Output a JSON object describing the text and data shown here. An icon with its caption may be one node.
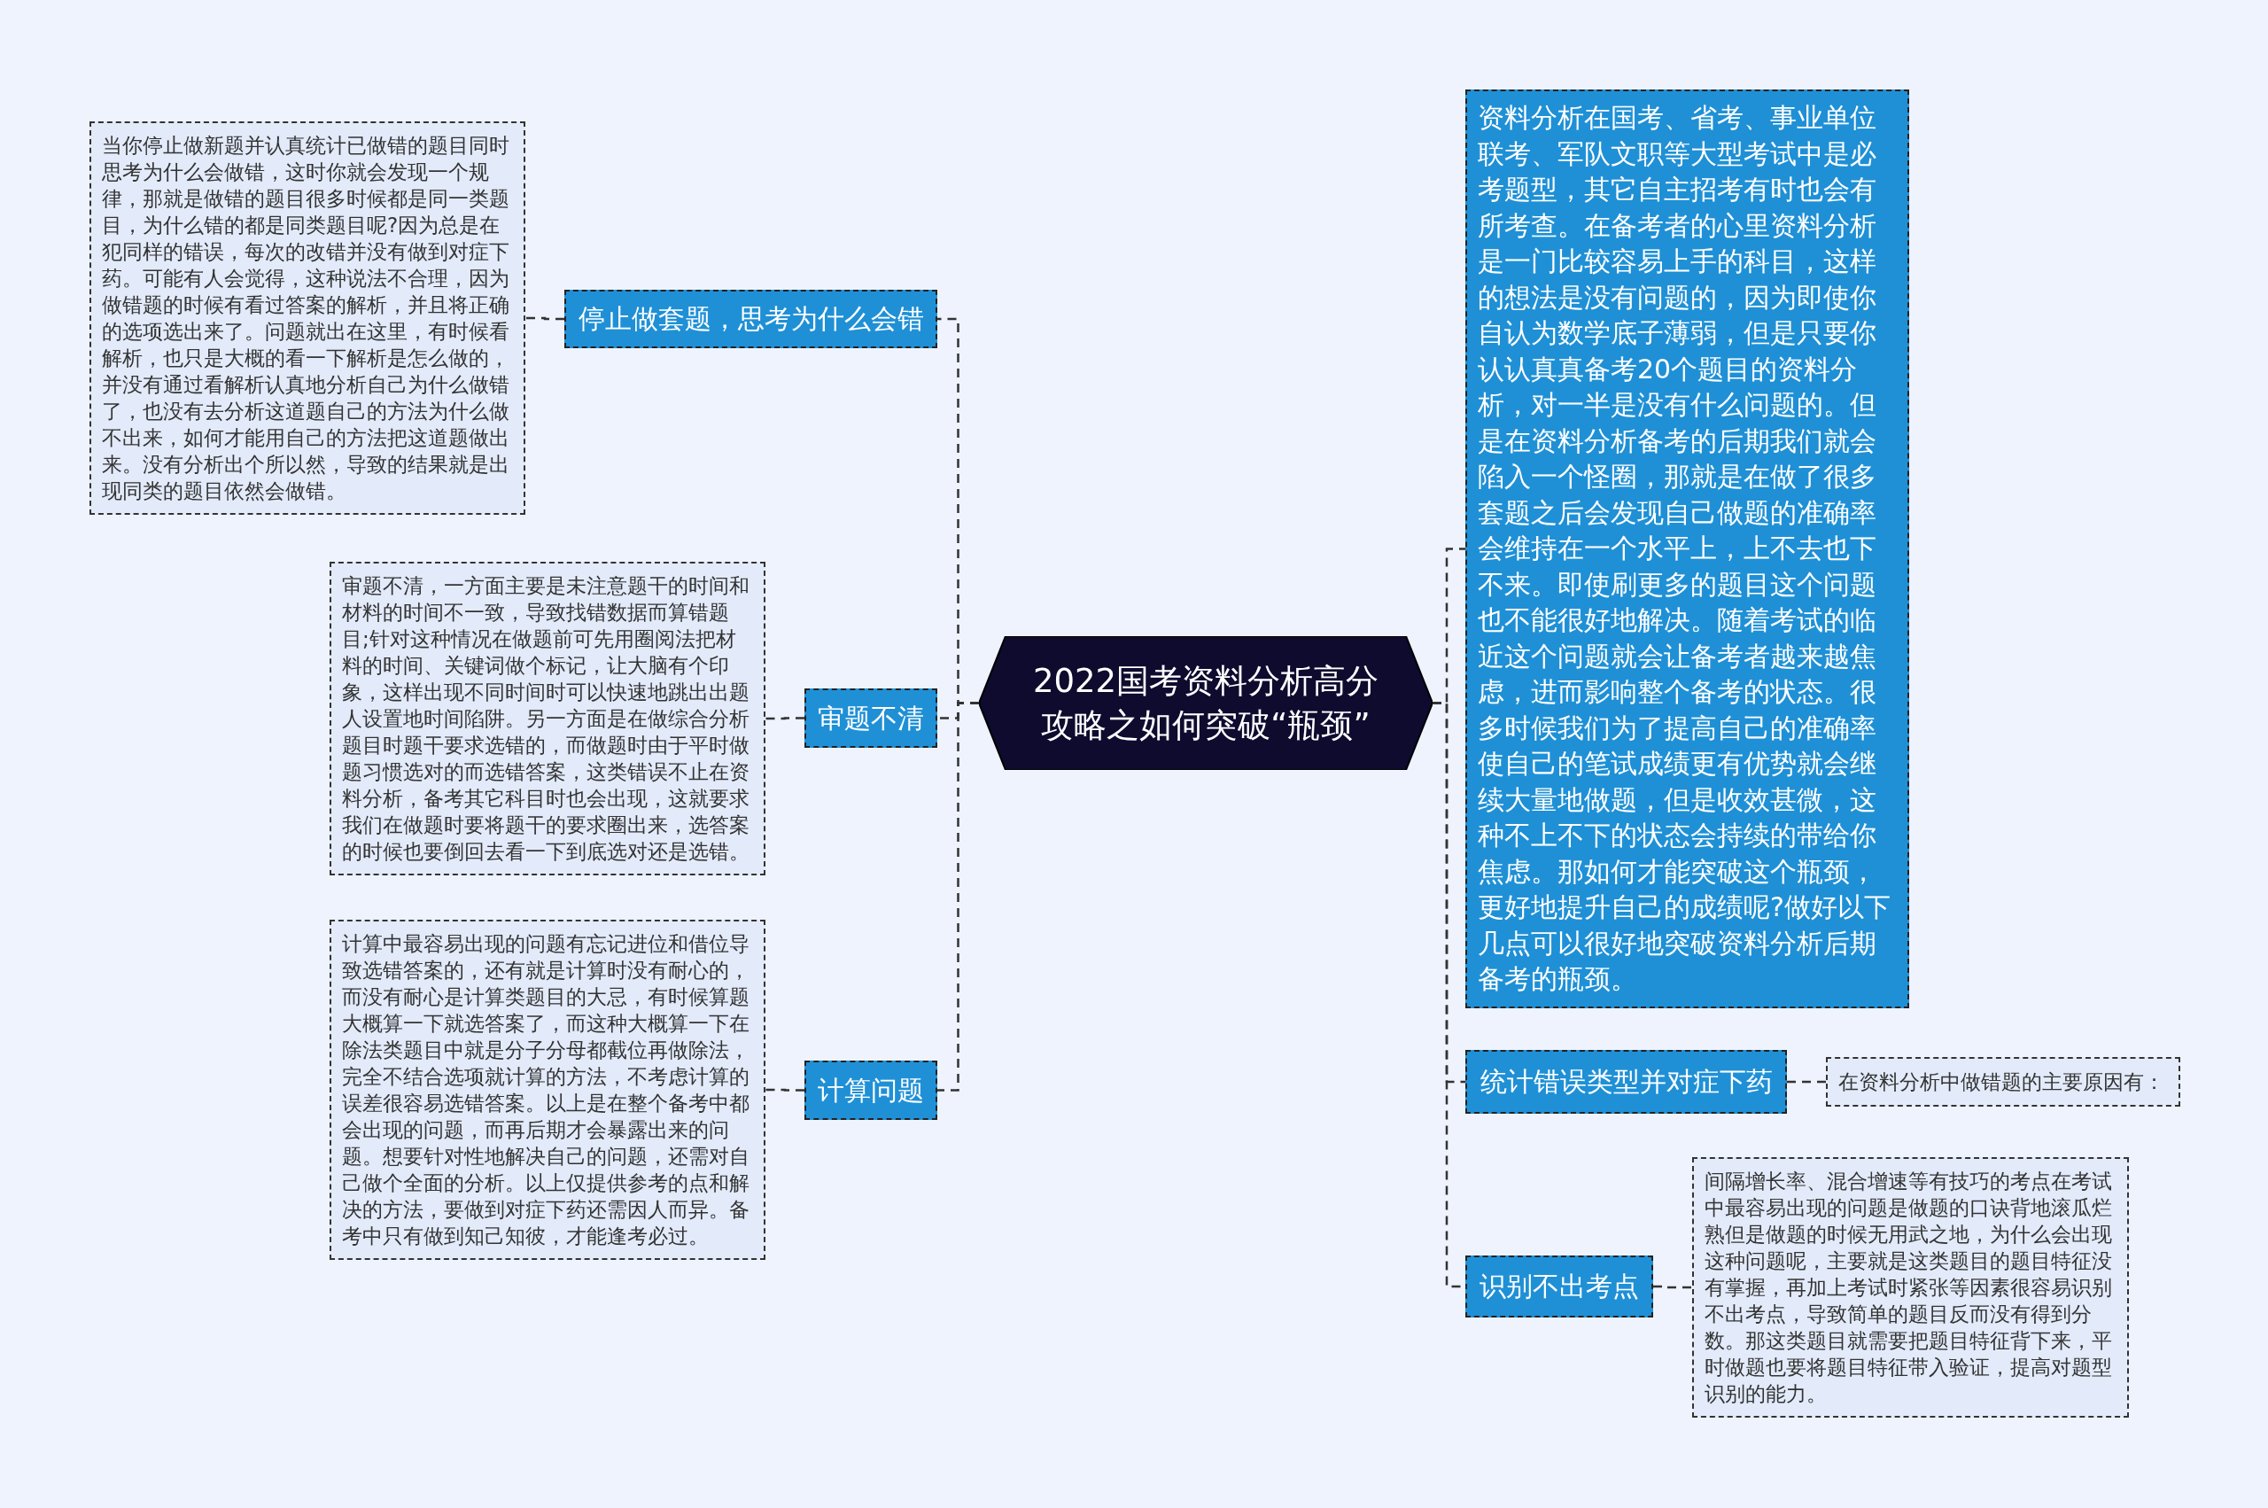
{
  "diagram": {
    "nodes": [
      {
        "text": [
          "2022国考资料分析高分攻略之如何突破“瓶颈”"
        ]
      },
      {
        "text": [
          "当你停止做新题并认真统计已做错的题目同时思考为什么会做错，这时你就会发现一个规律，那就是做错的题目很多时候都是同一类题目，为什么错的都是同类题目呢?因为总是在犯同样的错误，每次的改错并没有做到对症下药。可能有人会觉得，这种说法不合理，因为做错题的时候有看过答案的解析，并且将正确的选项选出来了。问题就出在这里，有时候看解析，也只是大概的看一下解析是怎么做的，并没有通过看解析认真地分析自己为什么做错了，也没有去分析这道题自己的方法为什么做不出来，如何才能用自己的方法把这道题做出来。没有分析出个所以然，导致的结果就是出现同类的题目依然会做错。"
        ]
      },
      {
        "text": [
          "停止做套题，思考为什么会错"
        ]
      },
      {
        "text": [
          "审题不清，一方面主要是未注意题干的时间和材料的时间不一致，导致找错数据而算错题目;针对这种情况在做题前可先用圈阅法把材料的时间、关键词做个标记，让大脑有个印象，这样出现不同时间时可以快速地跳出出题人设置地时间陷阱。另一方面是在做综合分析题目时题干要求选错的，而做题时由于平时做题习惯选对的而选错答案，这类错误不止在资料分析，备考其它科目时也会出现，这就要求我们在做题时要将题干的要求圈出来，选答案的时候也要倒回去看一下到底选对还是选错。"
        ]
      },
      {
        "text": [
          "审题不清"
        ]
      },
      {
        "text": [
          "计算中最容易出现的问题有忘记进位和借位导致选错答案的，还有就是计算时没有耐心的，而没有耐心是计算类题目的大忌，有时候算题大概算一下就选答案了，而这种大概算一下在除法类题目中就是分子分母都截位再做除法，完全不结合选项就计算的方法，不考虑计算的误差很容易选错答案。以上是在整个备考中都会出现的问题，而再后期才会暴露出来的问题。想要针对性地解决自己的问题，还需对自己做个全面的分析。以上仅提供参考的点和解决的方法，要做到对症下药还需因人而异。备考中只有做到知己知彼，才能逢考必过。"
        ]
      },
      {
        "text": [
          "计算问题"
        ]
      },
      {
        "text": [
          "资料分析在国考、省考、事业单位联考、军队文职等大型考试中是必考题型，其它自主招考有时也会有所考查。在备考者的心里资料分析是一门比较容易上手的科目，这样的想法是没有问题的，因为即使你自认为数学底子薄弱，但是只要你认认真真备考20个题目的资料分析，对一半是没有什么问题的。但是在资料分析备考的后期我们就会陷入一个怪圈，那就是在做了很多套题之后会发现自己做题的准确率会维持在一个水平上，上不去也下不来。即使刷更多的题目这个问题也不能很好地解决。随着考试的临近这个问题就会让备考者越来越焦虑，进而影响整个备考的状态。很多时候我们为了提高自己的准确率使自己的笔试成绩更有优势就会继续大量地做题，但是收效甚微，这种不上不下的状态会持续的带给你焦虑。那如何才能突破这个瓶颈，更好地提升自己的成绩呢?做好以下几点可以很好地突破资料分析后期备考的瓶颈。"
        ]
      },
      {
        "text": [
          "统计错误类型并对症下药"
        ]
      },
      {
        "text": [
          "在资料分析中做错题的主要原因有："
        ]
      },
      {
        "text": [
          "间隔增长率、混合增速等有技巧的考点在考试中最容易出现的问题是做题的口诀背地滚瓜烂熟但是做题的时候无用武之地，为什么会出现这种问题呢，主要就是这类题目的题目特征没有掌握，再加上考试时紧张等因素很容易识别不出考点，导致简单的题目反而没有得到分数。那这类题目就需要把题目特征背下来，平时做题也要将题目特征带入验证，提高对题型识别的能力。"
        ]
      },
      {
        "text": [
          "识别不出考点"
        ]
      }
    ],
    "edges": [
      {
        "from": 0,
        "to": 2,
        "arrow": "none",
        "style": "dashed"
      },
      {
        "from": 2,
        "to": 1,
        "arrow": "none",
        "style": "dashed"
      },
      {
        "from": 0,
        "to": 4,
        "arrow": "none",
        "style": "dashed"
      },
      {
        "from": 4,
        "to": 3,
        "arrow": "none",
        "style": "dashed"
      },
      {
        "from": 0,
        "to": 6,
        "arrow": "none",
        "style": "dashed"
      },
      {
        "from": 6,
        "to": 5,
        "arrow": "none",
        "style": "dashed"
      },
      {
        "from": 0,
        "to": 7,
        "arrow": "none",
        "style": "dashed"
      },
      {
        "from": 0,
        "to": 8,
        "arrow": "none",
        "style": "dashed"
      },
      {
        "from": 8,
        "to": 9,
        "arrow": "none",
        "style": "dashed"
      },
      {
        "from": 0,
        "to": 11,
        "arrow": "none",
        "style": "dashed"
      },
      {
        "from": 11,
        "to": 10,
        "arrow": "none",
        "style": "dashed"
      }
    ]
  }
}
